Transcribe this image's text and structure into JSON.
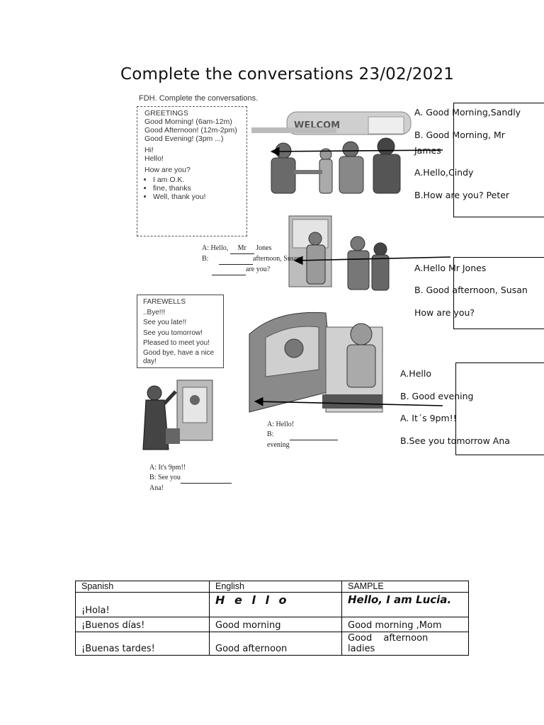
{
  "title": "Complete the conversations 23/02/2021",
  "worksheet": {
    "instruction": "FDH. Complete the conversations.",
    "greetings": {
      "heading": "GREETINGS",
      "lines": [
        "Good Morning!  (6am-12m)",
        "Good Afternoon! (12m-2pm)",
        "Good Evening! (3pm ...)"
      ],
      "short": [
        "Hi!",
        "Hello!"
      ],
      "question": "How are you?",
      "answers": [
        "I am O.K.",
        "fine, thanks",
        "Well, thank you!"
      ]
    },
    "farewells": {
      "heading": "FAREWELLS",
      "lines": [
        "..Bye!!!",
        "See you late!!",
        "See you tomorrow!",
        "Pleased to meet you!",
        "Good bye, have a nice day!"
      ]
    },
    "dialog1": {
      "a_prefix": "A: Hello, ",
      "a_fill": "Mr",
      "a_suffix": " Jones",
      "b_prefix": "B: ",
      "b_suffix": "afternoon, Susan",
      "b2_suffix": "are you?"
    },
    "dialog2": {
      "a": "A: Hello!",
      "b_prefix": "B: ",
      "b_suffix": "evening"
    },
    "dialog3": {
      "a": "A: It's 9pm!!",
      "b_prefix": "B: See you",
      "b_suffix": "Ana!"
    }
  },
  "answers": {
    "box1": [
      "A. Good Morning,Sandly",
      "B. Good Morning, Mr",
      "James",
      "A.Hello,Cindy",
      "B.How are you? Peter"
    ],
    "box2": [
      "A.Hello Mr Jones",
      "B. Good afternoon, Susan",
      "How are you?"
    ],
    "box3": [
      "A.Hello",
      "B. Good evening",
      "A. It´s 9pm!!",
      "B.See you tomorrow Ana"
    ]
  },
  "table": {
    "headers": [
      "Spanish",
      "English",
      "SAMPLE"
    ],
    "rows": [
      [
        "¡Hola!",
        "H e l l o",
        "Hello, I am Lucia."
      ],
      [
        "¡Buenos días!",
        "Good morning",
        "Good morning ,Mom"
      ],
      [
        "¡Buenas tardes!",
        "Good afternoon",
        "Good afternoon ladies"
      ]
    ]
  }
}
